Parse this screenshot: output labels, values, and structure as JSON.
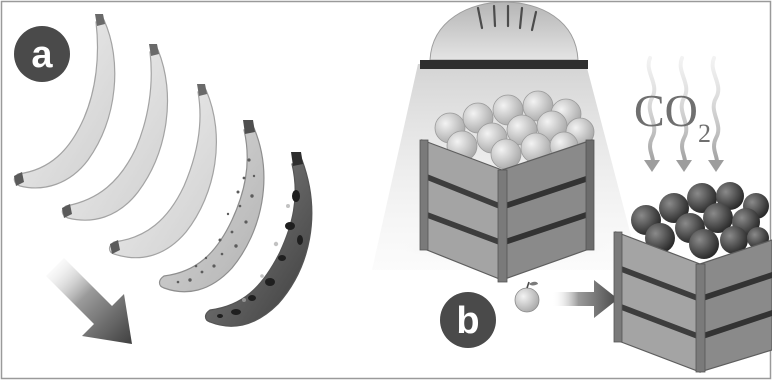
{
  "panel_a": {
    "badge": "a"
  },
  "panel_b": {
    "badge": "b",
    "gas_formula": "CO",
    "gas_subscript": "2"
  },
  "colors": {
    "background": "#ffffff",
    "frame": "#9a9a9a",
    "badge_fill": "#4a4a4a",
    "banana_light": "#e3e3e3",
    "banana_dark": "#3c3c3c",
    "crate_wood": "#8c8c8c",
    "apple_light": "#d0d0d0",
    "apple_dark": "#3a3a3a"
  },
  "icons": [
    "banana-ripeness-sequence",
    "diagonal-arrow-icon",
    "lamp-icon",
    "light-beam",
    "crate-of-light-apples",
    "crate-of-dark-apples",
    "single-apple-icon",
    "right-arrow-icon",
    "wavy-gas-arrows-icon"
  ]
}
